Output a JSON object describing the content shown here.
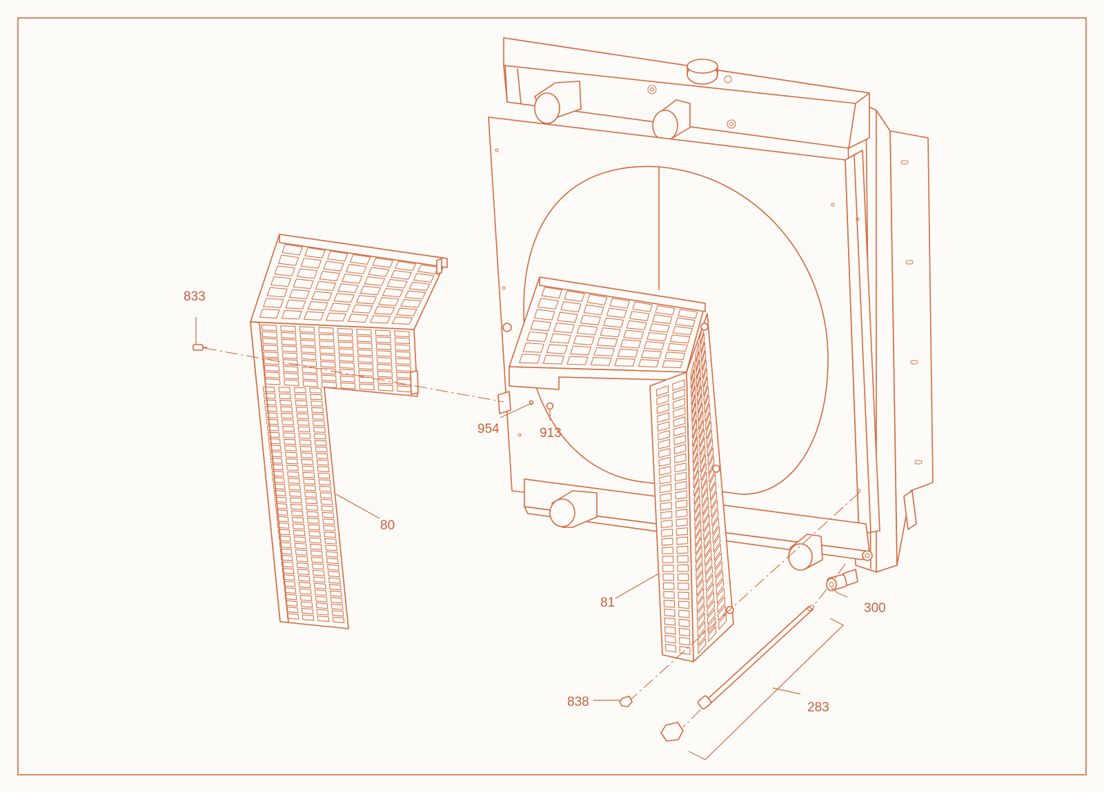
{
  "colors": {
    "line": "#d2693f",
    "text": "#c9603a",
    "background": "#fcfbf8"
  },
  "callouts": [
    {
      "id": "833",
      "label": "833"
    },
    {
      "id": "954",
      "label": "954"
    },
    {
      "id": "913",
      "label": "913"
    },
    {
      "id": "80",
      "label": "80"
    },
    {
      "id": "81",
      "label": "81"
    },
    {
      "id": "300",
      "label": "300"
    },
    {
      "id": "838",
      "label": "838"
    },
    {
      "id": "283",
      "label": "283"
    }
  ],
  "parts": [
    {
      "id": "radiator",
      "name": "radiator-assembly"
    },
    {
      "id": "80",
      "name": "left-grille-guard"
    },
    {
      "id": "81",
      "name": "right-grille-guard"
    },
    {
      "id": "283",
      "name": "drain-rod"
    },
    {
      "id": "300",
      "name": "drain-valve"
    },
    {
      "id": "838",
      "name": "bolt"
    },
    {
      "id": "833",
      "name": "bolt"
    },
    {
      "id": "954",
      "name": "washer"
    },
    {
      "id": "913",
      "name": "nut"
    }
  ]
}
